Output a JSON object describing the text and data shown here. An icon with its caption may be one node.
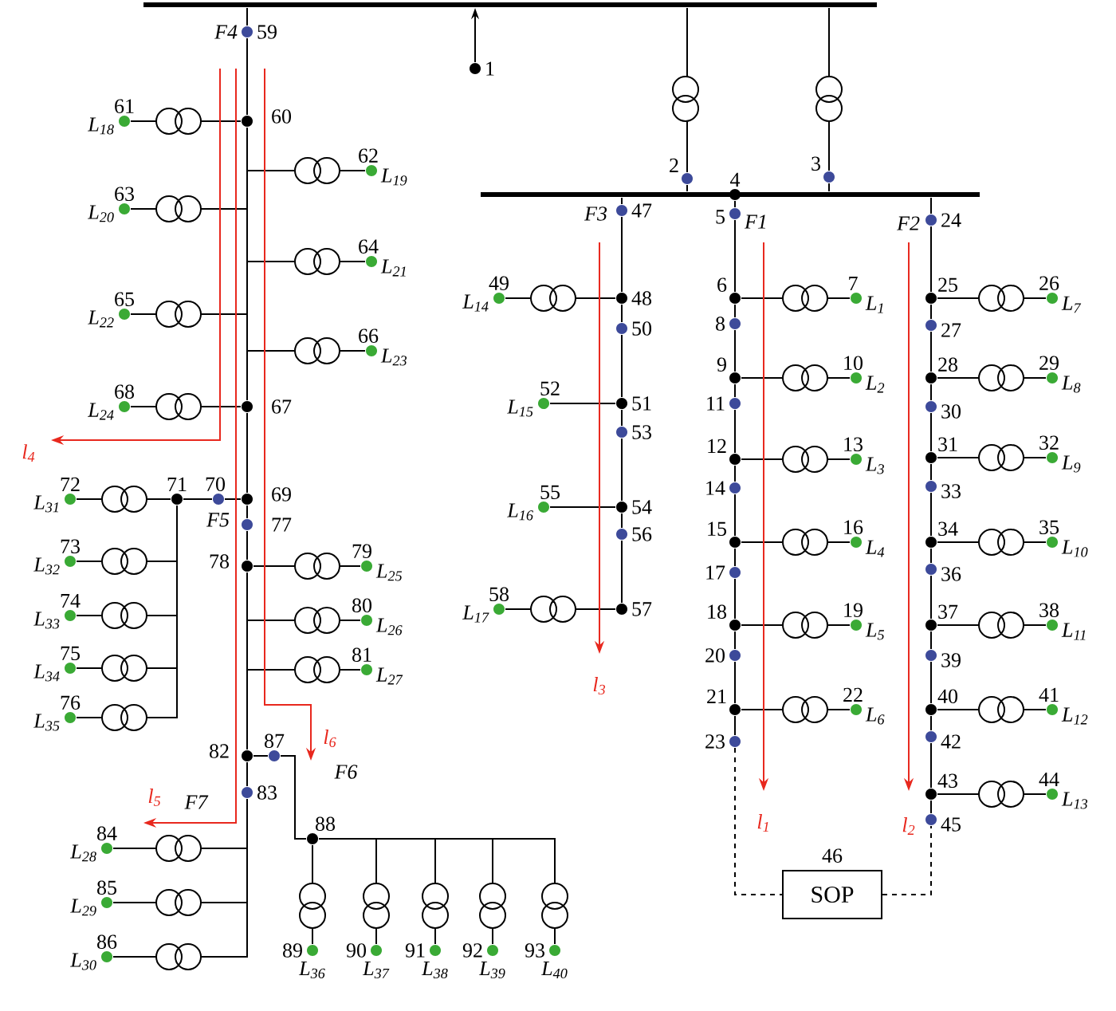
{
  "diagram": {
    "nodes": [
      {
        "text": [],
        "shape": "bar"
      },
      {
        "text": [
          "1"
        ]
      },
      {
        "text": [
          "2"
        ]
      },
      {
        "text": [
          "3"
        ]
      },
      {
        "text": [
          "4"
        ]
      },
      {
        "text": [
          "5"
        ],
        "beside": [
          "F1"
        ]
      },
      {
        "text": [
          "6"
        ]
      },
      {
        "text": [
          "7"
        ],
        "beside": [
          "*L*$_{1}$"
        ]
      },
      {
        "text": [
          "8"
        ]
      },
      {
        "text": [
          "9"
        ]
      },
      {
        "text": [
          "10"
        ],
        "beside": [
          "*L*$_{2}$"
        ]
      },
      {
        "text": [
          "11"
        ]
      },
      {
        "text": [
          "12"
        ]
      },
      {
        "text": [
          "13"
        ],
        "beside": [
          "*L*$_{3}$"
        ]
      },
      {
        "text": [
          "14"
        ]
      },
      {
        "text": [
          "15"
        ]
      },
      {
        "text": [
          "16"
        ],
        "beside": [
          "*L*$_{4}$"
        ]
      },
      {
        "text": [
          "17"
        ]
      },
      {
        "text": [
          "18"
        ]
      },
      {
        "text": [
          "19"
        ],
        "beside": [
          "*L*$_{5}$"
        ]
      },
      {
        "text": [
          "20"
        ]
      },
      {
        "text": [
          "21"
        ]
      },
      {
        "text": [
          "22"
        ],
        "beside": [
          "*L*$_{6}$"
        ]
      },
      {
        "text": [
          "23"
        ]
      },
      {
        "text": [
          "24"
        ],
        "beside": [
          "F2"
        ]
      },
      {
        "text": [
          "25"
        ]
      },
      {
        "text": [
          "26"
        ],
        "beside": [
          "*L*$_{7}$"
        ]
      },
      {
        "text": [
          "27"
        ]
      },
      {
        "text": [
          "28"
        ]
      },
      {
        "text": [
          "29"
        ],
        "beside": [
          "*L*$_{8}$"
        ]
      },
      {
        "text": [
          "30"
        ]
      },
      {
        "text": [
          "31"
        ]
      },
      {
        "text": [
          "32"
        ],
        "beside": [
          "*L*$_{9}$"
        ]
      },
      {
        "text": [
          "33"
        ]
      },
      {
        "text": [
          "34"
        ]
      },
      {
        "text": [
          "35"
        ],
        "beside": [
          "*L*$_{10}$"
        ]
      },
      {
        "text": [
          "36"
        ]
      },
      {
        "text": [
          "37"
        ]
      },
      {
        "text": [
          "38"
        ],
        "beside": [
          "*L*$_{11}$"
        ]
      },
      {
        "text": [
          "39"
        ]
      },
      {
        "text": [
          "40"
        ]
      },
      {
        "text": [
          "41"
        ],
        "beside": [
          "*L*$_{12}$"
        ]
      },
      {
        "text": [
          "42"
        ]
      },
      {
        "text": [
          "43"
        ]
      },
      {
        "text": [
          "44"
        ],
        "beside": [
          "*L*$_{13}$"
        ]
      },
      {
        "text": [
          "45"
        ]
      },
      {
        "text": [
          "46",
          "SOP"
        ]
      },
      {
        "text": [
          "47"
        ],
        "beside": [
          "F3"
        ]
      },
      {
        "text": [
          "48"
        ]
      },
      {
        "text": [
          "49"
        ],
        "beside": [
          "*L*$_{14}$"
        ]
      },
      {
        "text": [
          "50"
        ]
      },
      {
        "text": [
          "51"
        ]
      },
      {
        "text": [
          "52"
        ],
        "beside": [
          "*L*$_{15}$"
        ]
      },
      {
        "text": [
          "53"
        ]
      },
      {
        "text": [
          "54"
        ]
      },
      {
        "text": [
          "55"
        ],
        "beside": [
          "*L*$_{16}$"
        ]
      },
      {
        "text": [
          "56"
        ]
      },
      {
        "text": [
          "57"
        ]
      },
      {
        "text": [
          "58"
        ],
        "beside": [
          "*L*$_{17}$"
        ]
      },
      {
        "text": [
          "59"
        ],
        "beside": [
          "F4"
        ]
      },
      {
        "text": [
          "60"
        ]
      },
      {
        "text": [
          "61"
        ],
        "beside": [
          "*L*$_{18}$"
        ]
      },
      {
        "text": [
          "62"
        ],
        "beside": [
          "*L*$_{19}$"
        ]
      },
      {
        "text": [
          "63"
        ],
        "beside": [
          "*L*$_{20}$"
        ]
      },
      {
        "text": [
          "64"
        ],
        "beside": [
          "*L*$_{21}$"
        ]
      },
      {
        "text": [
          "65"
        ],
        "beside": [
          "*L*$_{22}$"
        ]
      },
      {
        "text": [
          "66"
        ],
        "beside": [
          "*L*$_{23}$"
        ]
      },
      {
        "text": [
          "67"
        ]
      },
      {
        "text": [
          "68"
        ],
        "beside": [
          "*L*$_{24}$"
        ]
      },
      {
        "text": [
          "69"
        ]
      },
      {
        "text": [
          "70"
        ]
      },
      {
        "text": [
          "71"
        ]
      },
      {
        "text": [
          "72"
        ],
        "beside": [
          "*L*$_{31}$"
        ]
      },
      {
        "text": [
          "73"
        ],
        "beside": [
          "*L*$_{32}$"
        ]
      },
      {
        "text": [
          "74"
        ],
        "beside": [
          "*L*$_{33}$"
        ]
      },
      {
        "text": [
          "75"
        ],
        "beside": [
          "*L*$_{34}$"
        ]
      },
      {
        "text": [
          "76"
        ],
        "beside": [
          "*L*$_{35}$"
        ]
      },
      {
        "text": [
          "77"
        ],
        "beside": [
          "F5"
        ]
      },
      {
        "text": [
          "78"
        ]
      },
      {
        "text": [
          "79"
        ],
        "beside": [
          "*L*$_{25}$"
        ]
      },
      {
        "text": [
          "80"
        ],
        "beside": [
          "*L*$_{26}$"
        ]
      },
      {
        "text": [
          "81"
        ],
        "beside": [
          "*L*$_{27}$"
        ]
      },
      {
        "text": [
          "82"
        ]
      },
      {
        "text": [
          "83"
        ],
        "beside": [
          "F7"
        ]
      },
      {
        "text": [
          "84"
        ],
        "beside": [
          "*L*$_{28}$"
        ]
      },
      {
        "text": [
          "85"
        ],
        "beside": [
          "*L*$_{29}$"
        ]
      },
      {
        "text": [
          "86"
        ],
        "beside": [
          "*L*$_{30}$"
        ]
      },
      {
        "text": [
          "87"
        ],
        "beside": [
          "F6"
        ]
      },
      {
        "text": [
          "88"
        ]
      },
      {
        "text": [
          "89"
        ],
        "beside": [
          "*L*$_{36}$"
        ]
      },
      {
        "text": [
          "90"
        ],
        "beside": [
          "*L*$_{37}$"
        ]
      },
      {
        "text": [
          "91"
        ],
        "beside": [
          "*L*$_{38}$"
        ]
      },
      {
        "text": [
          "92"
        ],
        "beside": [
          "*L*$_{39}$"
        ]
      },
      {
        "text": [
          "93"
        ],
        "beside": [
          "*L*$_{40}$"
        ]
      },
      {
        "text": [],
        "shape": "bar"
      }
    ],
    "edges": [
      {
        "from": 1,
        "to": 0,
        "arrow": "to"
      },
      {
        "from": 0,
        "to": 2,
        "arrow": "none"
      },
      {
        "from": 2,
        "to": 94,
        "arrow": "none"
      },
      {
        "from": 0,
        "to": 3,
        "arrow": "none"
      },
      {
        "from": 3,
        "to": 94,
        "arrow": "none"
      },
      {
        "from": 0,
        "to": 59,
        "arrow": "none"
      },
      {
        "from": 4,
        "to": 5,
        "arrow": "none"
      },
      {
        "from": 94,
        "to": 47,
        "arrow": "none"
      },
      {
        "from": 94,
        "to": 24,
        "arrow": "none"
      },
      {
        "from": 5,
        "to": 6,
        "arrow": "none"
      },
      {
        "from": 6,
        "to": 7,
        "arrow": "none"
      },
      {
        "from": 6,
        "to": 8,
        "arrow": "none"
      },
      {
        "from": 8,
        "to": 9,
        "arrow": "none"
      },
      {
        "from": 9,
        "to": 10,
        "arrow": "none"
      },
      {
        "from": 9,
        "to": 11,
        "arrow": "none"
      },
      {
        "from": 11,
        "to": 12,
        "arrow": "none"
      },
      {
        "from": 12,
        "to": 13,
        "arrow": "none"
      },
      {
        "from": 12,
        "to": 14,
        "arrow": "none"
      },
      {
        "from": 14,
        "to": 15,
        "arrow": "none"
      },
      {
        "from": 15,
        "to": 16,
        "arrow": "none"
      },
      {
        "from": 15,
        "to": 17,
        "arrow": "none"
      },
      {
        "from": 17,
        "to": 18,
        "arrow": "none"
      },
      {
        "from": 18,
        "to": 19,
        "arrow": "none"
      },
      {
        "from": 18,
        "to": 20,
        "arrow": "none"
      },
      {
        "from": 20,
        "to": 21,
        "arrow": "none"
      },
      {
        "from": 21,
        "to": 22,
        "arrow": "none"
      },
      {
        "from": 21,
        "to": 23,
        "arrow": "none"
      },
      {
        "from": 23,
        "to": 46,
        "arrow": "none",
        "style": "dashed"
      },
      {
        "from": 46,
        "to": 45,
        "arrow": "none",
        "style": "dashed"
      },
      {
        "from": 24,
        "to": 25,
        "arrow": "none"
      },
      {
        "from": 25,
        "to": 26,
        "arrow": "none"
      },
      {
        "from": 25,
        "to": 27,
        "arrow": "none"
      },
      {
        "from": 27,
        "to": 28,
        "arrow": "none"
      },
      {
        "from": 28,
        "to": 29,
        "arrow": "none"
      },
      {
        "from": 28,
        "to": 30,
        "arrow": "none"
      },
      {
        "from": 30,
        "to": 31,
        "arrow": "none"
      },
      {
        "from": 31,
        "to": 32,
        "arrow": "none"
      },
      {
        "from": 31,
        "to": 33,
        "arrow": "none"
      },
      {
        "from": 33,
        "to": 34,
        "arrow": "none"
      },
      {
        "from": 34,
        "to": 35,
        "arrow": "none"
      },
      {
        "from": 34,
        "to": 36,
        "arrow": "none"
      },
      {
        "from": 36,
        "to": 37,
        "arrow": "none"
      },
      {
        "from": 37,
        "to": 38,
        "arrow": "none"
      },
      {
        "from": 37,
        "to": 39,
        "arrow": "none"
      },
      {
        "from": 39,
        "to": 40,
        "arrow": "none"
      },
      {
        "from": 40,
        "to": 41,
        "arrow": "none"
      },
      {
        "from": 40,
        "to": 42,
        "arrow": "none"
      },
      {
        "from": 42,
        "to": 43,
        "arrow": "none"
      },
      {
        "from": 43,
        "to": 44,
        "arrow": "none"
      },
      {
        "from": 43,
        "to": 45,
        "arrow": "none"
      },
      {
        "from": 47,
        "to": 48,
        "arrow": "none"
      },
      {
        "from": 48,
        "to": 49,
        "arrow": "none"
      },
      {
        "from": 48,
        "to": 50,
        "arrow": "none"
      },
      {
        "from": 50,
        "to": 51,
        "arrow": "none"
      },
      {
        "from": 51,
        "to": 52,
        "arrow": "none"
      },
      {
        "from": 51,
        "to": 53,
        "arrow": "none"
      },
      {
        "from": 53,
        "to": 54,
        "arrow": "none"
      },
      {
        "from": 54,
        "to": 55,
        "arrow": "none"
      },
      {
        "from": 54,
        "to": 56,
        "arrow": "none"
      },
      {
        "from": 56,
        "to": 57,
        "arrow": "none"
      },
      {
        "from": 57,
        "to": 58,
        "arrow": "none"
      },
      {
        "from": 59,
        "to": 60,
        "arrow": "none"
      },
      {
        "from": 60,
        "to": 61,
        "arrow": "none"
      },
      {
        "from": 60,
        "to": 62,
        "arrow": "none"
      },
      {
        "from": 60,
        "to": 63,
        "arrow": "none"
      },
      {
        "from": 60,
        "to": 64,
        "arrow": "none"
      },
      {
        "from": 60,
        "to": 65,
        "arrow": "none"
      },
      {
        "from": 60,
        "to": 66,
        "arrow": "none"
      },
      {
        "from": 60,
        "to": 67,
        "arrow": "none"
      },
      {
        "from": 67,
        "to": 68,
        "arrow": "none"
      },
      {
        "from": 67,
        "to": 69,
        "arrow": "none"
      },
      {
        "from": 69,
        "to": 70,
        "arrow": "none"
      },
      {
        "from": 70,
        "to": 71,
        "arrow": "none"
      },
      {
        "from": 71,
        "to": 72,
        "arrow": "none"
      },
      {
        "from": 71,
        "to": 73,
        "arrow": "none"
      },
      {
        "from": 71,
        "to": 74,
        "arrow": "none"
      },
      {
        "from": 71,
        "to": 75,
        "arrow": "none"
      },
      {
        "from": 71,
        "to": 76,
        "arrow": "none"
      },
      {
        "from": 69,
        "to": 77,
        "arrow": "none"
      },
      {
        "from": 77,
        "to": 78,
        "arrow": "none"
      },
      {
        "from": 78,
        "to": 79,
        "arrow": "none"
      },
      {
        "from": 78,
        "to": 80,
        "arrow": "none"
      },
      {
        "from": 78,
        "to": 81,
        "arrow": "none"
      },
      {
        "from": 78,
        "to": 82,
        "arrow": "none"
      },
      {
        "from": 82,
        "to": 87,
        "arrow": "none"
      },
      {
        "from": 87,
        "to": 88,
        "arrow": "none"
      },
      {
        "from": 88,
        "to": 89,
        "arrow": "none"
      },
      {
        "from": 88,
        "to": 90,
        "arrow": "none"
      },
      {
        "from": 88,
        "to": 91,
        "arrow": "none"
      },
      {
        "from": 88,
        "to": 92,
        "arrow": "none"
      },
      {
        "from": 88,
        "to": 93,
        "arrow": "none"
      },
      {
        "from": 82,
        "to": 83,
        "arrow": "none"
      },
      {
        "from": 83,
        "to": 84,
        "arrow": "none"
      },
      {
        "from": 83,
        "to": 85,
        "arrow": "none"
      },
      {
        "from": 83,
        "to": 86,
        "arrow": "none"
      }
    ],
    "labels": [
      "*l*$_{4}$",
      "*l*$_{6}$",
      "*l*$_{3}$",
      "*l*$_{5}$",
      "*l*$_{1}$",
      "*l*$_{2}$"
    ]
  }
}
